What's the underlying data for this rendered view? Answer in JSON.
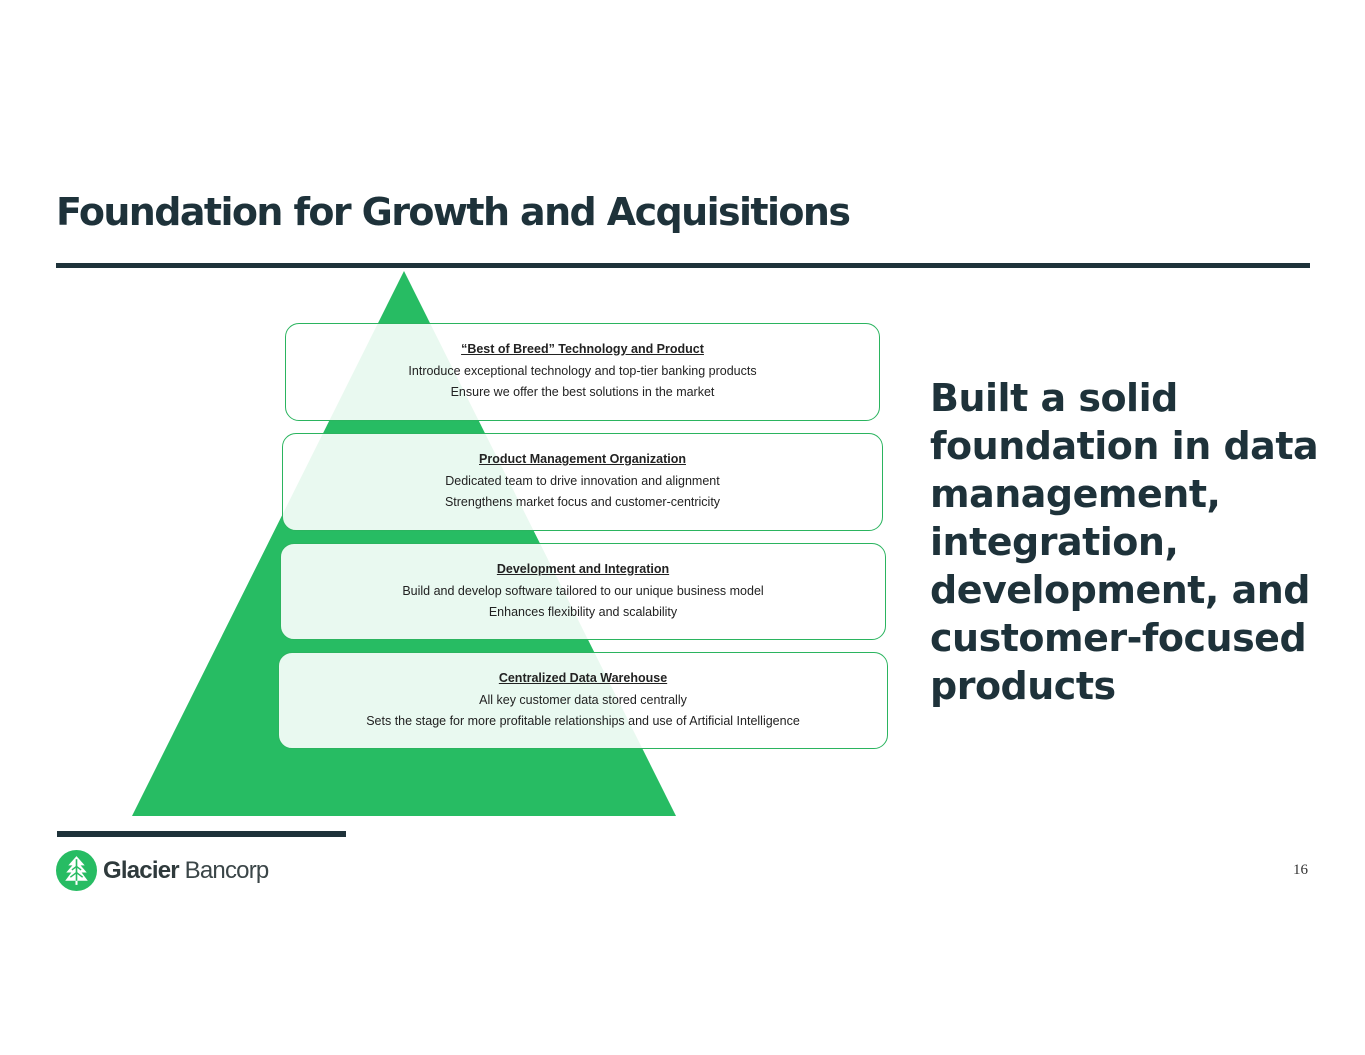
{
  "slide": {
    "title": "Foundation for Growth and Acquisitions",
    "tagline": "Built a solid foundation in data management, integration, development, and customer-focused products",
    "page_number": "16"
  },
  "pyramid": {
    "color": "#27bc63",
    "tiers": [
      {
        "title": "“Best of Breed” Technology and Product",
        "line1": "Introduce exceptional technology and top-tier banking products",
        "line2": "Ensure we offer the best solutions in the market"
      },
      {
        "title": "Product Management Organization",
        "line1": "Dedicated team to drive innovation and alignment",
        "line2": "Strengthens market focus and customer-centricity"
      },
      {
        "title": "Development and Integration",
        "line1": "Build and develop software tailored to our unique business model",
        "line2": "Enhances flexibility and scalability"
      },
      {
        "title": "Centralized Data Warehouse",
        "line1": "All key customer data stored centrally",
        "line2": "Sets the stage for more profitable relationships and use of Artificial Intelligence"
      }
    ]
  },
  "logo": {
    "name_bold": "Glacier",
    "name_light": "Bancorp",
    "icon": "glacier-tree-icon",
    "brand_color": "#27bc63"
  },
  "colors": {
    "dark": "#1e323a",
    "accent": "#27bc63"
  }
}
